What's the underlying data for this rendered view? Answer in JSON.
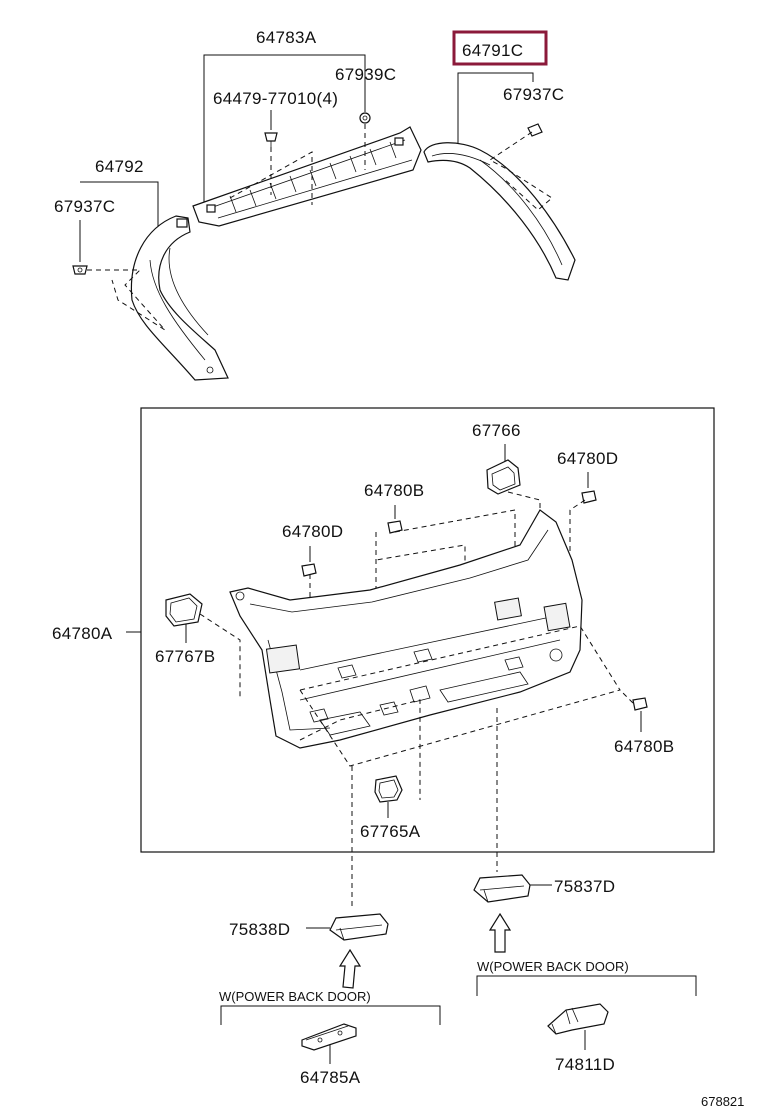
{
  "labels": {
    "p64783A": "64783A",
    "p64479": "64479-77010(4)",
    "p67939C": "67939C",
    "p64791C": "64791C",
    "p67937C_right": "67937C",
    "p64792": "64792",
    "p67937C_left": "67937C",
    "p67766": "67766",
    "p64780D_right": "64780D",
    "p64780B_top": "64780B",
    "p64780D_left": "64780D",
    "p64780A": "64780A",
    "p67767B": "67767B",
    "p64780B_right": "64780B",
    "p67765A": "67765A",
    "p75837D": "75837D",
    "p75838D": "75838D",
    "p64785A": "64785A",
    "p74811D": "74811D"
  },
  "conditions": {
    "left": "W(POWER BACK DOOR)",
    "right": "W(POWER BACK DOOR)"
  },
  "highlight_color": "#8b1a3a",
  "diagram_id": "678821"
}
